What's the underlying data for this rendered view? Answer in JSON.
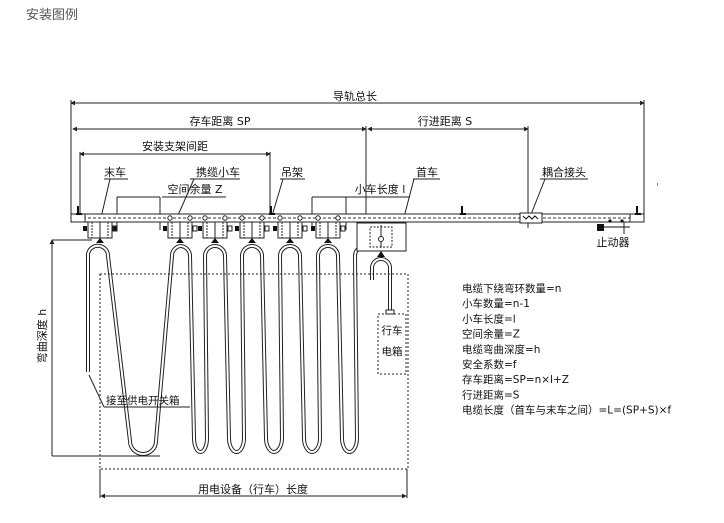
{
  "page": {
    "title": "安装图例"
  },
  "dimensions": {
    "rail_total_length": "导轨总长",
    "storage_distance": "存车距离 SP",
    "travel_distance": "行进距离 S",
    "bracket_spacing": "安装支架间距",
    "space_margin": "空间余量 Z",
    "trolley_length": "小车长度 l",
    "bend_depth": "弯曲深度 h",
    "equipment_length": "用电设备（行车）长度"
  },
  "components": {
    "end_trolley": "末车",
    "cable_trolley": "携缆小车",
    "hanger": "吊架",
    "lead_trolley": "首车",
    "coupling_joint": "耦合接头",
    "end_stop": "止动器",
    "supply_box": "接至供电开关箱",
    "crane_box_line1": "行车",
    "crane_box_line2": "电箱"
  },
  "formulas": [
    "电缆下绕弯环数量=n",
    "小车数量=n-1",
    "小车长度=l",
    "空间余量=Z",
    "电缆弯曲深度=h",
    "安全系数=f",
    "存车距离=SP=n×l+Z",
    "行进距离=S",
    "电缆长度（首车与末车之间）=L=(SP+S)×f"
  ],
  "loops": {
    "count": 7
  }
}
